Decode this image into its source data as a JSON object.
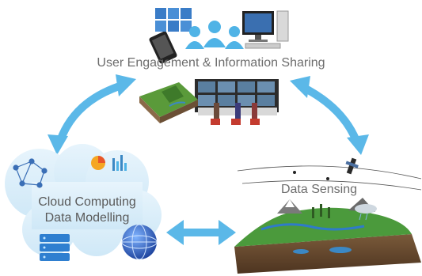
{
  "top_node": {
    "label": "User Engagement & Information Sharing",
    "icon": "users-devices-icon"
  },
  "left_node": {
    "label_line1": "Cloud Computing",
    "label_line2": "Data Modelling",
    "icon": "cloud-icon"
  },
  "right_node": {
    "label": "Data Sensing",
    "icon": "landscape-sensors-icon"
  },
  "colors": {
    "arrow": "#5bb8e8",
    "cloud": "#dff0fa",
    "label": "#6d6d6d"
  }
}
